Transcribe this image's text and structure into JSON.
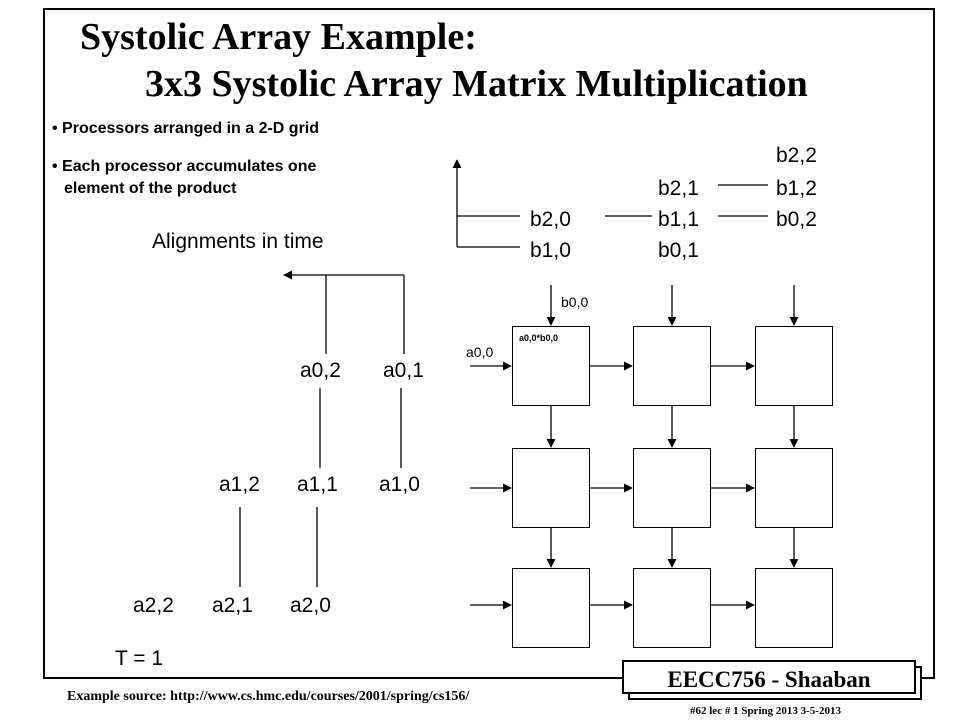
{
  "title": {
    "line1": "Systolic Array  Example:",
    "line2": "3x3 Systolic Array Matrix Multiplication"
  },
  "bullets": [
    "Processors  arranged in a 2-D grid",
    "Each processor accumulates one",
    "element of the product"
  ],
  "alignments_label": "Alignments in time",
  "a_labels": {
    "a02": "a0,2",
    "a01": "a0,1",
    "a12": "a1,2",
    "a11": "a1,1",
    "a10": "a1,0",
    "a22": "a2,2",
    "a21": "a2,1",
    "a20": "a2,0"
  },
  "b_labels": {
    "b22": "b2,2",
    "b21": "b2,1",
    "b12": "b1,2",
    "b20": "b2,0",
    "b11": "b1,1",
    "b02": "b0,2",
    "b10": "b1,0",
    "b01": "b0,1"
  },
  "grid": {
    "input_b": "b0,0",
    "input_a": "a0,0",
    "cell00_content": "a0,0*b0,0"
  },
  "time_label": "T = 1",
  "footer": {
    "source": "Example source:   http://www.cs.hmc.edu/courses/2001/spring/cs156/",
    "course": "EECC756 - Shaaban",
    "slide_info": "#62   lec # 1    Spring 2013   3-5-2013"
  }
}
